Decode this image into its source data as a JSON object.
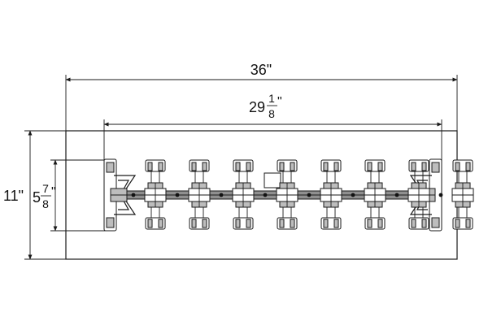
{
  "dimensions": {
    "overall_width": {
      "text": "36\""
    },
    "burner_width": {
      "whole": "29",
      "num": "1",
      "den": "8",
      "unit": "\""
    },
    "overall_depth": {
      "text": "11\""
    },
    "burner_depth": {
      "whole": "5",
      "num": "7",
      "den": "8",
      "unit": "\""
    }
  },
  "burner": {
    "valve_count": 8,
    "dot_count": 8
  },
  "colors": {
    "line": "#1a1a1a",
    "pipe": "#8f8f8f",
    "shade": "#bdbdbd"
  }
}
